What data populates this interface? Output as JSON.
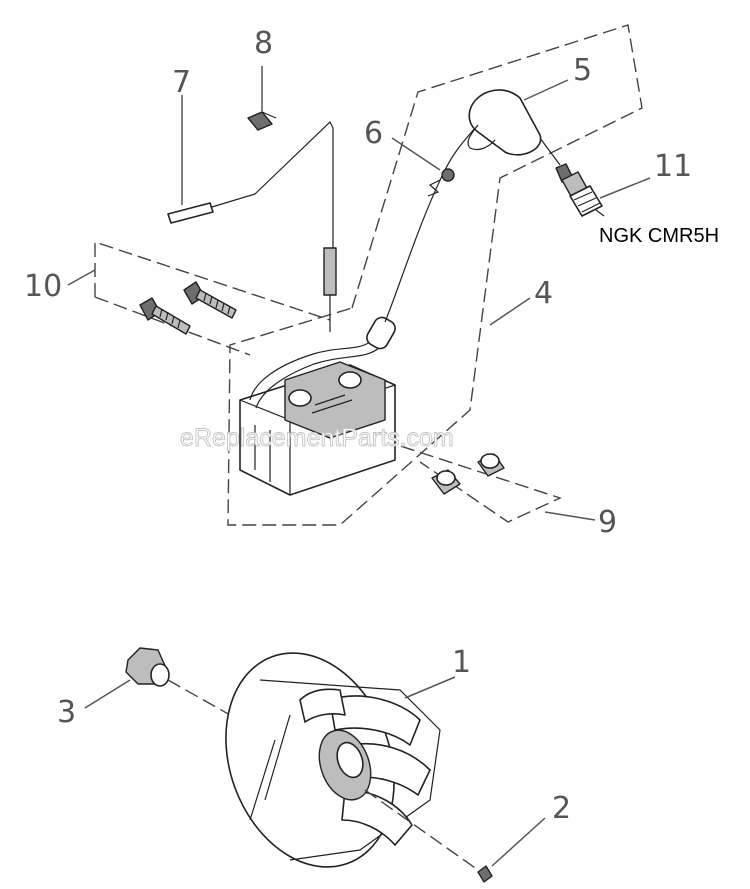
{
  "callouts": {
    "c1": "1",
    "c2": "2",
    "c3": "3",
    "c4": "4",
    "c5": "5",
    "c6": "6",
    "c7": "7",
    "c8": "8",
    "c9": "9",
    "c10": "10",
    "c11": "11"
  },
  "spark_plug_label": "NGK CMR5H",
  "watermark": "eReplacementParts.com"
}
